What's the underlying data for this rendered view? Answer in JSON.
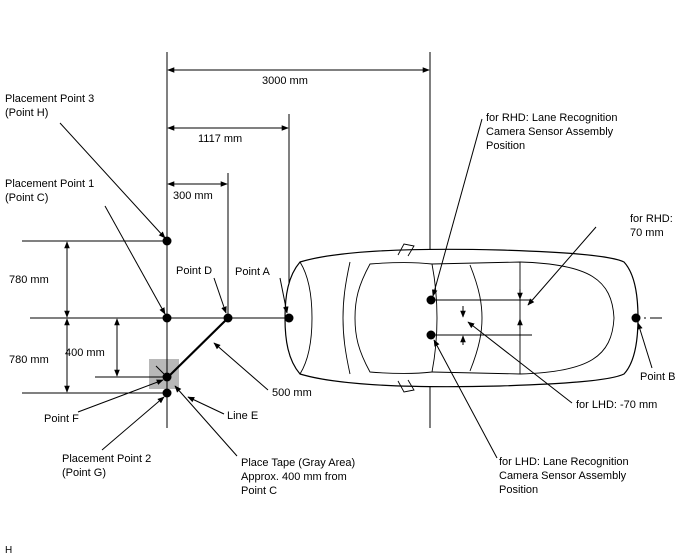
{
  "dims": {
    "d3000": "3000 mm",
    "d1117": "1117 mm",
    "d300": "300 mm",
    "d780_top": "780 mm",
    "d780_bottom": "780 mm",
    "d400": "400 mm",
    "d500": "500 mm",
    "rhd_offset": [
      "for RHD:",
      "70 mm"
    ],
    "lhd_offset": "for LHD: -70 mm"
  },
  "labels": {
    "placement3": [
      "Placement Point 3",
      "(Point H)"
    ],
    "placement1": [
      "Placement Point 1",
      "(Point C)"
    ],
    "placement2": [
      "Placement Point 2",
      "(Point G)"
    ],
    "pointD": "Point D",
    "pointA": "Point A",
    "pointB": "Point B",
    "pointF": "Point F",
    "lineE": "Line E",
    "tape": [
      "Place Tape (Gray Area)",
      "Approx. 400 mm from",
      "Point C"
    ],
    "rhd_camera": [
      "for RHD: Lane Recognition",
      "Camera Sensor Assembly",
      "Position"
    ],
    "lhd_camera": [
      "for LHD: Lane Recognition",
      "Camera Sensor Assembly",
      "Position"
    ]
  },
  "footer": "H"
}
